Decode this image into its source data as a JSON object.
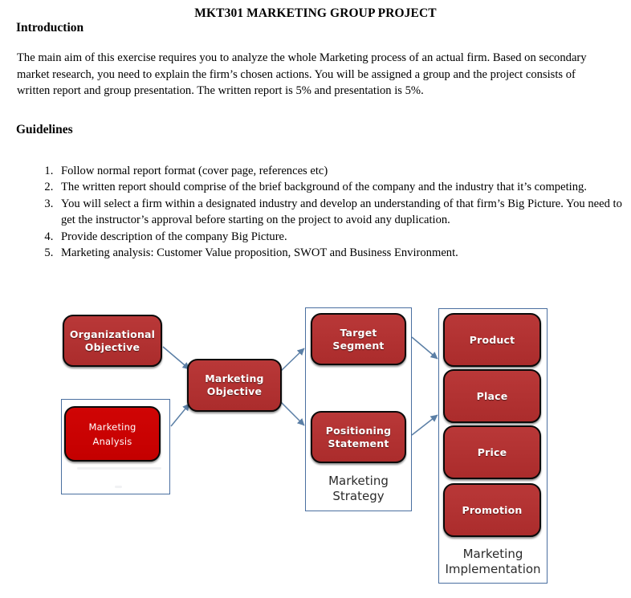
{
  "document": {
    "title": "MKT301 MARKETING GROUP PROJECT",
    "headings": {
      "introduction": "Introduction",
      "guidelines": "Guidelines"
    },
    "intro_paragraph": "The main aim of this exercise requires you to analyze the whole Marketing process of an actual firm. Based on secondary market research, you need to explain the firm’s chosen actions. You will be assigned a group and the project consists of written report and group presentation. The written report is 5% and presentation is 5%.",
    "guidelines_items": [
      "Follow normal report format (cover page, references etc)",
      "The written report should comprise of the brief background of the company and the industry that it’s competing.",
      "You will select a firm within a designated industry and develop an understanding of that firm’s Big Picture. You need to get the instructor’s approval before starting on the project to avoid any duplication.",
      "Provide description of the company Big Picture.",
      "Marketing analysis: Customer Value proposition, SWOT and Business Environment."
    ]
  },
  "diagram": {
    "nodes": {
      "organizational_objective": "Organizational Objective",
      "marketing_analysis": "Marketing Analysis",
      "marketing_objective": "Marketing Objective",
      "target_segment": "Target Segment",
      "positioning_statement": "Positioning Statement",
      "product": "Product",
      "place": "Place",
      "price": "Price",
      "promotion": "Promotion"
    },
    "node_lines": {
      "organizational_objective": [
        "Organizational",
        "Objective"
      ],
      "marketing_analysis": [
        "Marketing",
        "Analysis"
      ],
      "marketing_objective": [
        "Marketing",
        "Objective"
      ],
      "target_segment": [
        "Target",
        "Segment"
      ],
      "positioning_statement": [
        "Positioning",
        "Statement"
      ],
      "product": [
        "Product"
      ],
      "place": [
        "Place"
      ],
      "price": [
        "Price"
      ],
      "promotion": [
        "Promotion"
      ]
    },
    "group_labels": {
      "marketing_strategy": [
        "Marketing",
        "Strategy"
      ],
      "marketing_implementation": [
        "Marketing",
        "Implementation"
      ]
    },
    "colors": {
      "node_red": "#b13232",
      "node_bright_red": "#cc0202",
      "node_border": "#0a0a0a",
      "group_border": "#4a6fa0",
      "arrow": "#5b7fa6",
      "node_text": "#ffffff",
      "label_text": "#2b2b2b"
    }
  }
}
